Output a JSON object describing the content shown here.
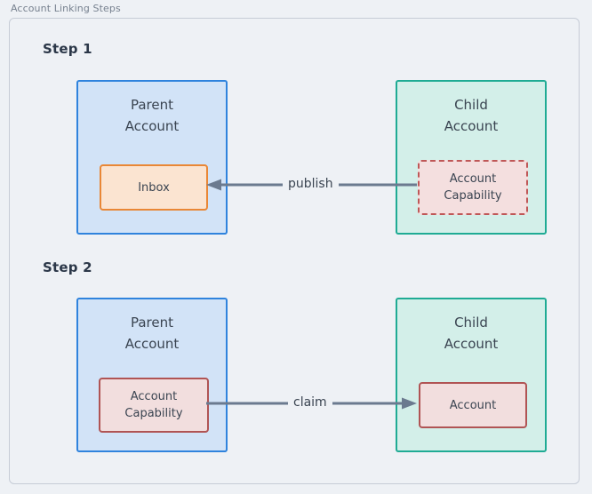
{
  "figure": {
    "caption": "Account Linking Steps",
    "frame_border_color": "#c6ccd6",
    "background": "#eef1f5"
  },
  "colors": {
    "parent_fill": "#d2e3f7",
    "parent_border": "#2f83dd",
    "child_fill": "#d3efe9",
    "child_border": "#1fab94",
    "inbox_fill": "#fbe4d1",
    "inbox_border": "#e98736",
    "capability_fill": "#f4dfdf",
    "capability_border": "#bf5757",
    "arrow": "#6b7a8f",
    "text": "#3a4451",
    "heading": "#2b3748"
  },
  "steps": [
    {
      "label": "Step 1",
      "parent": {
        "title": "Parent\nAccount",
        "inner": {
          "label": "Inbox",
          "style": "solid",
          "kind": "inbox"
        }
      },
      "child": {
        "title": "Child\nAccount",
        "inner": {
          "label": "Account\nCapability",
          "style": "dashed",
          "kind": "capability"
        }
      },
      "edge": {
        "label": "publish",
        "direction": "left",
        "from": "child",
        "to": "parent"
      }
    },
    {
      "label": "Step 2",
      "parent": {
        "title": "Parent\nAccount",
        "inner": {
          "label": "Account\nCapability",
          "style": "solid",
          "kind": "capability"
        }
      },
      "child": {
        "title": "Child\nAccount",
        "inner": {
          "label": "Account",
          "style": "solid",
          "kind": "account"
        }
      },
      "edge": {
        "label": "claim",
        "direction": "right",
        "from": "parent",
        "to": "child"
      }
    }
  ]
}
